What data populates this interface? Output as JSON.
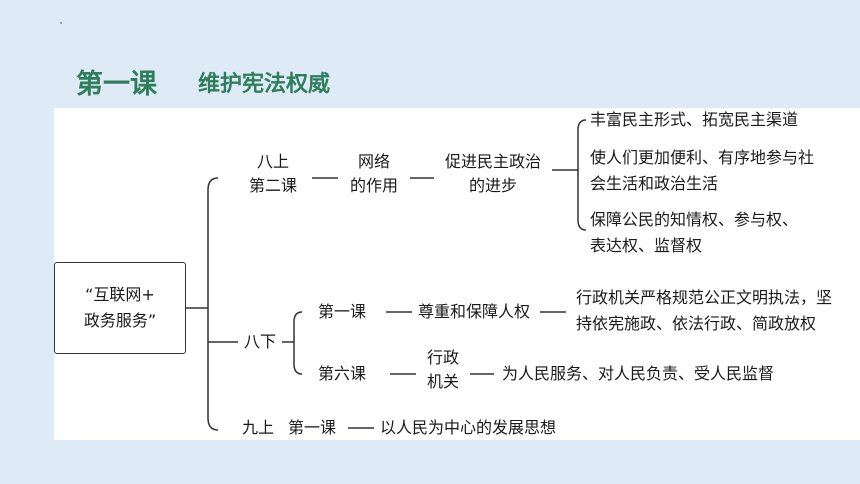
{
  "header": {
    "lesson": "第一课",
    "topic": "维护宪法权威"
  },
  "diagram": {
    "root": {
      "line1": "“互联网+",
      "line2": "政务服务”"
    },
    "branch1": {
      "label_line1": "八上",
      "label_line2": "第二课",
      "lesson_line1": "网络",
      "lesson_line2": "的作用",
      "topic_line1": "促进民主政治",
      "topic_line2": "的进步",
      "points": [
        "丰富民主形式、拓宽民主渠道",
        "使人们更加便利、有序地参与社",
        "会生活和政治生活",
        "保障公民的知情权、参与权、",
        "表达权、监督权"
      ]
    },
    "branch2": {
      "label": "八下",
      "sub1": {
        "lesson": "第一课",
        "topic": "尊重和保障人权",
        "point_line1": "行政机关严格规范公正文明执法，坚",
        "point_line2": "持依宪施政、依法行政、简政放权"
      },
      "sub2": {
        "lesson": "第六课",
        "topic_line1": "行政",
        "topic_line2": "机关",
        "point": "为人民服务、对人民负责、受人民监督"
      }
    },
    "branch3": {
      "label": "九上",
      "lesson": "第一课",
      "point": "以人民为中心的发展思想"
    }
  }
}
